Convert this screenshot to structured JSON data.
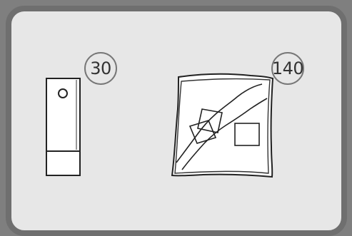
{
  "items": [
    {
      "name": "device",
      "count": "30"
    },
    {
      "name": "map",
      "count": "140"
    }
  ],
  "colors": {
    "background": "#7f7f7f",
    "panel_border": "#6f6f6f",
    "panel_fill": "#e7e7e7",
    "line": "#222222"
  }
}
